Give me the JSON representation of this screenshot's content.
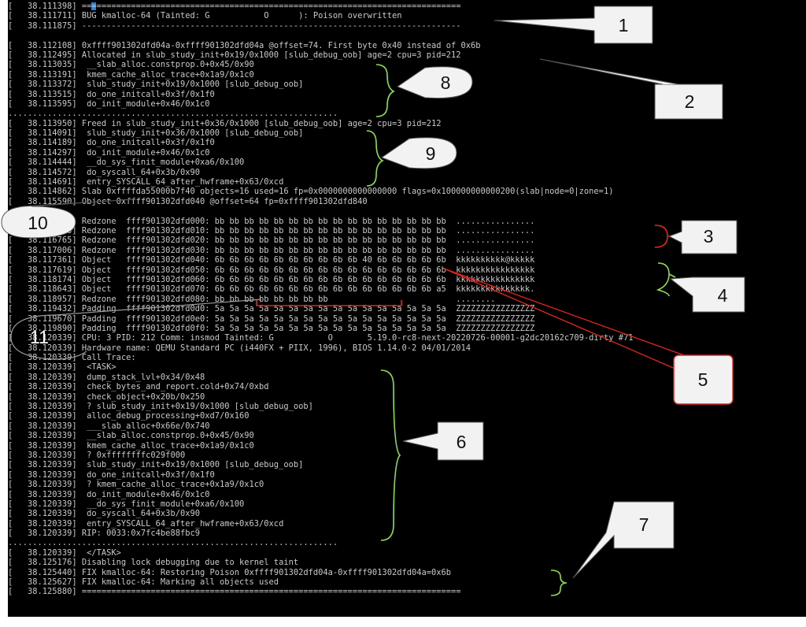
{
  "log_lines": [
    "[   38.111398] =============================================================================",
    "[   38.111711] BUG kmalloc-64 (Tainted: G           O      ): Poison overwritten",
    "[   38.111875] -----------------------------------------------------------------------------",
    "",
    "[   38.112108] 0xffff901302dfd04a-0xffff901302dfd04a @offset=74. First byte 0x40 instead of 0x6b",
    "[   38.112495] Allocated in slub_study_init+0x19/0x1000 [slub_debug_oob] age=2 cpu=3 pid=212",
    "[   38.113035]  __slab_alloc.constprop.0+0x45/0x90",
    "[   38.113191]  kmem_cache_alloc_trace+0x1a9/0x1c0",
    "[   38.113372]  slub_study_init+0x19/0x1000 [slub_debug_oob]",
    "[   38.113515]  do_one_initcall+0x3f/0x1f0",
    "[   38.113595]  do_init_module+0x46/0x1c0",
    "...................................................................",
    "[   38.113950] Freed in slub_study_init+0x36/0x1000 [slub_debug_oob] age=2 cpu=3 pid=212",
    "[   38.114091]  slub_study_init+0x36/0x1000 [slub_debug_oob]",
    "[   38.114189]  do_one_initcall+0x3f/0x1f0",
    "[   38.114297]  do_init_module+0x46/0x1c0",
    "[   38.114444]  __do_sys_finit_module+0xa6/0x100",
    "[   38.114572]  do_syscall_64+0x3b/0x90",
    "[   38.114691]  entry_SYSCALL_64_after_hwframe+0x63/0xcd",
    "[   38.114862] Slab 0xffffda55000b7f40 objects=16 used=16 fp=0x0000000000000000 flags=0x100000000000200(slab|node=0|zone=1)",
    "[   38.115590] Object 0xffff901302dfd040 @offset=64 fp=0xffff901302dfd840",
    "",
    "[   38.116250] Redzone  ffff901302dfd000: bb bb bb bb bb bb bb bb bb bb bb bb bb bb bb bb  ................",
    "[   38.116503] Redzone  ffff901302dfd010: bb bb bb bb bb bb bb bb bb bb bb bb bb bb bb bb  ................",
    "[   38.116765] Redzone  ffff901302dfd020: bb bb bb bb bb bb bb bb bb bb bb bb bb bb bb bb  ................",
    "[   38.117006] Redzone  ffff901302dfd030: bb bb bb bb bb bb bb bb bb bb bb bb bb bb bb bb  ................",
    "[   38.117361] Object   ffff901302dfd040: 6b 6b 6b 6b 6b 6b 6b 6b 6b 6b 40 6b 6b 6b 6b 6b  kkkkkkkkkk@kkkkk",
    "[   38.117619] Object   ffff901302dfd050: 6b 6b 6b 6b 6b 6b 6b 6b 6b 6b 6b 6b 6b 6b 6b 6b  kkkkkkkkkkkkkkkk",
    "[   38.118174] Object   ffff901302dfd060: 6b 6b 6b 6b 6b 6b 6b 6b 6b 6b 6b 6b 6b 6b 6b 6b  kkkkkkkkkkkkkkkk",
    "[   38.118643] Object   ffff901302dfd070: 6b 6b 6b 6b 6b 6b 6b 6b 6b 6b 6b 6b 6b 6b 6b a5  kkkkkkkkkkkkkkk.",
    "[   38.118957] Redzone  ffff901302dfd080: bb bb bb bb bb bb bb bb                          ........",
    "[   38.119432] Padding  ffff901302dfd0d0: 5a 5a 5a 5a 5a 5a 5a 5a 5a 5a 5a 5a 5a 5a 5a 5a  ZZZZZZZZZZZZZZZZ",
    "[   38.119670] Padding  ffff901302dfd0e0: 5a 5a 5a 5a 5a 5a 5a 5a 5a 5a 5a 5a 5a 5a 5a 5a  ZZZZZZZZZZZZZZZZ",
    "[   38.119890] Padding  ffff901302dfd0f0: 5a 5a 5a 5a 5a 5a 5a 5a 5a 5a 5a 5a 5a 5a 5a 5a  ZZZZZZZZZZZZZZZZ",
    "[   38.120339] CPU: 3 PID: 212 Comm: insmod Tainted: G           O       5.19.0-rc8-next-20220726-00001-g2dc20162c709-dirty #71",
    "[   38.120339] Hardware name: QEMU Standard PC (i440FX + PIIX, 1996), BIOS 1.14.0-2 04/01/2014",
    "[   38.120339] Call Trace:",
    "[   38.120339]  <TASK>",
    "[   38.120339]  dump_stack_lvl+0x34/0x48",
    "[   38.120339]  check_bytes_and_report.cold+0x74/0xbd",
    "[   38.120339]  check_object+0x20b/0x250",
    "[   38.120339]  ? slub_study_init+0x19/0x1000 [slub_debug_oob]",
    "[   38.120339]  alloc_debug_processing+0xd7/0x160",
    "[   38.120339]  ___slab_alloc+0x66e/0x740",
    "[   38.120339]  __slab_alloc.constprop.0+0x45/0x90",
    "[   38.120339]  kmem_cache_alloc_trace+0x1a9/0x1c0",
    "[   38.120339]  ? 0xffffffffc029f000",
    "[   38.120339]  slub_study_init+0x19/0x1000 [slub_debug_oob]",
    "[   38.120339]  do_one_initcall+0x3f/0x1f0",
    "[   38.120339]  ? kmem_cache_alloc_trace+0x1a9/0x1c0",
    "[   38.120339]  do_init_module+0x46/0x1c0",
    "[   38.120339]  __do_sys_finit_module+0xa6/0x100",
    "[   38.120339]  do_syscall_64+0x3b/0x90",
    "[   38.120339]  entry_SYSCALL_64_after_hwframe+0x63/0xcd",
    "[   38.120339] RIP: 0033:0x7fc4be88fbc9",
    "...................................................................",
    "[   38.120339]  </TASK>",
    "[   38.125176] Disabling lock debugging due to kernel taint",
    "[   38.125440] FIX kmalloc-64: Restoring Poison 0xffff901302dfd04a-0xffff901302dfd04a=0x6b",
    "[   38.125627] FIX kmalloc-64: Marking all objects used",
    "[   38.125880] ============================================================================="
  ],
  "callouts": {
    "c1": "1",
    "c2": "2",
    "c3": "3",
    "c4": "4",
    "c5": "5",
    "c6": "6",
    "c7": "7",
    "c8": "8",
    "c9": "9",
    "c10": "10",
    "c11": "11"
  },
  "colors": {
    "terminal_bg": "#000000",
    "terminal_text": "#c9c9c9",
    "bracket_green": "#8de04a",
    "highlight_red": "#e0261b",
    "callout_fill": "#f2f2f2"
  }
}
